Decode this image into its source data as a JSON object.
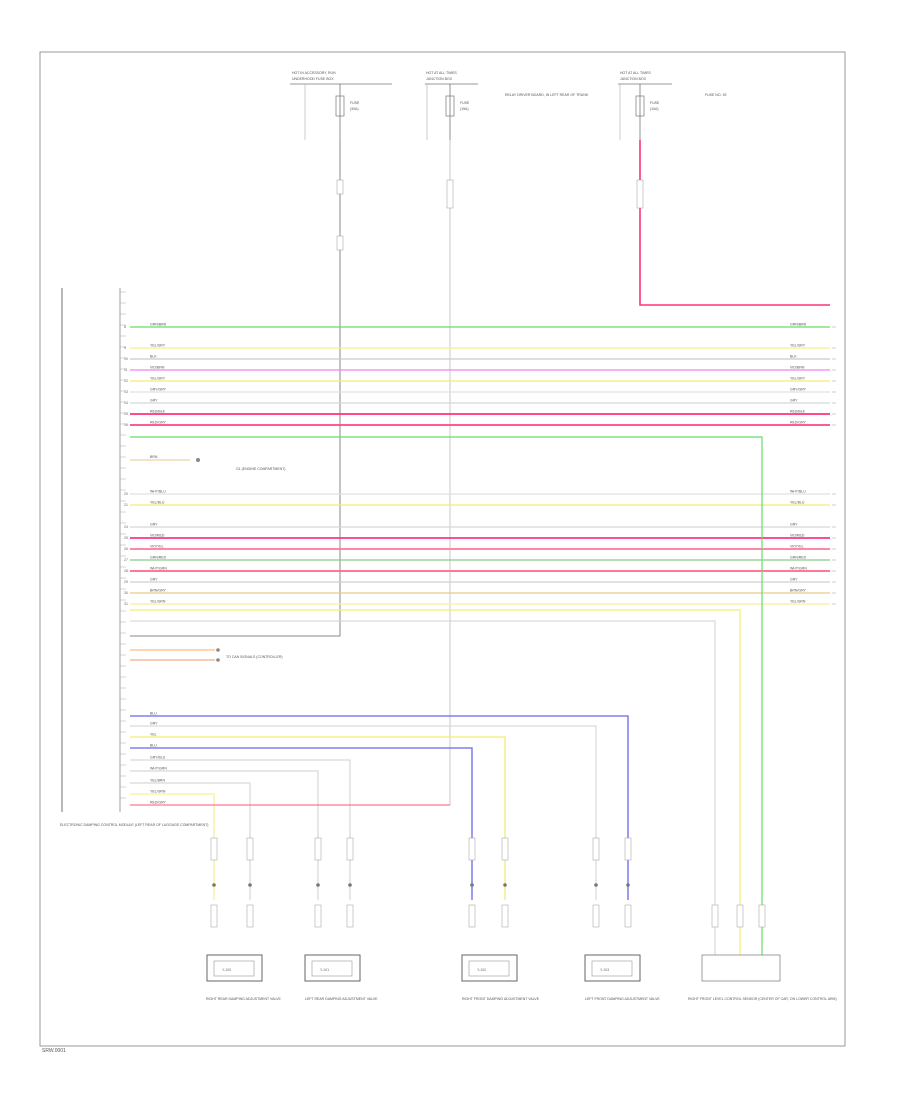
{
  "diagram_code": "SRW.0001",
  "fuses": [
    {
      "top_text": "HOT IN ACCESSORY, RUN",
      "box_text": "UNDERHOOD FUSE BOX",
      "name": "FUSE",
      "rating": "(30A)",
      "extra": ""
    },
    {
      "top_text": "HOT AT ALL TIMES",
      "box_text": "JUNCTION BOX",
      "name": "FUSE",
      "rating": "(15A)",
      "extra": "RELAY DRIVER BOARD, IN LEFT REAR OF TRUNK"
    },
    {
      "top_text": "HOT AT ALL TIMES",
      "box_text": "JUNCTION BOX",
      "name": "FUSE",
      "rating": "(10A)",
      "extra": "FUSE NO. 39"
    }
  ],
  "ecu_label": "ELECTRONIC DAMPING CONTROL MODULE (LEFT REAR OF LUGGAGE COMPARTMENT)",
  "wires": [
    {
      "pin": "8",
      "color": "GRN/BRN",
      "hex": "#66dd66"
    },
    {
      "pin": "9",
      "color": "YEL/GRY",
      "hex": "#f2f08a"
    },
    {
      "pin": "10",
      "color": "BLK",
      "hex": "#c9c9c9"
    },
    {
      "pin": "11",
      "color": "VIO/BRN",
      "hex": "#ee88ee"
    },
    {
      "pin": "12",
      "color": "YEL/GRY",
      "hex": "#f2ee70"
    },
    {
      "pin": "13",
      "color": "GRY/GRY",
      "hex": "#e0e0e0"
    },
    {
      "pin": "14",
      "color": "GRY",
      "hex": "#d8d8d8"
    },
    {
      "pin": "15",
      "color": "RED/BLK",
      "hex": "#ff3377"
    },
    {
      "pin": "16",
      "color": "RED/GRY",
      "hex": "#ff4488"
    },
    {
      "pin": "20",
      "color": "WHT/BLU",
      "hex": "#e0e0e0"
    },
    {
      "pin": "21",
      "color": "YEL/BLU",
      "hex": "#f2ee70"
    },
    {
      "pin": "24",
      "color": "GRY",
      "hex": "#d8d8d8"
    },
    {
      "pin": "25",
      "color": "VIO/RED",
      "hex": "#ff3388"
    },
    {
      "pin": "26",
      "color": "VIO/YEL",
      "hex": "#ff7799"
    },
    {
      "pin": "27",
      "color": "GRN/RED",
      "hex": "#88cc88"
    },
    {
      "pin": "28",
      "color": "WHT/GRN",
      "hex": "#ff6688"
    },
    {
      "pin": "29",
      "color": "GRY",
      "hex": "#cfcfcf"
    },
    {
      "pin": "30",
      "color": "BRN/GRY",
      "hex": "#e8c98a"
    },
    {
      "pin": "31",
      "color": "YEL/GRN",
      "hex": "#f5f299"
    }
  ],
  "ground": {
    "color": "BRN",
    "label": "G1 (ENGINE COMPARTMENT)"
  },
  "sensors_text": "TO CAN SIGNALS (CONTROLLER)",
  "valves": [
    {
      "label": "RIGHT REAR DAMPING ADJUSTMENT VALVE",
      "box": "Y-100"
    },
    {
      "label": "LEFT REAR DAMPING ADJUSTMENT VALVE",
      "box": "Y-101"
    },
    {
      "label": "RIGHT FRONT DAMPING ADJUSTMENT VALVE",
      "box": "Y-102"
    },
    {
      "label": "LEFT FRONT DAMPING ADJUSTMENT VALVE",
      "box": "Y-103"
    }
  ],
  "sensor_module": {
    "label": "RIGHT FRONT LEVEL CONTROL SENSOR (CENTER OF CAR, ON LOWER CONTROL ARM)"
  },
  "valve_wires": [
    {
      "color": "BLU",
      "hex": "#6666ee"
    },
    {
      "color": "GRY",
      "hex": "#d0d0d0"
    },
    {
      "color": "YEL",
      "hex": "#f2ee70"
    },
    {
      "color": "BLU",
      "hex": "#6666ee"
    },
    {
      "color": "GRY/BLU",
      "hex": "#cfcfcf"
    },
    {
      "color": "WHT/GRN",
      "hex": "#cfcfcf"
    },
    {
      "color": "YEL/BRN",
      "hex": "#f2ee70"
    },
    {
      "color": "YEL/GRN",
      "hex": "#f5f299"
    },
    {
      "color": "RED/GRY",
      "hex": "#ff5577"
    }
  ]
}
